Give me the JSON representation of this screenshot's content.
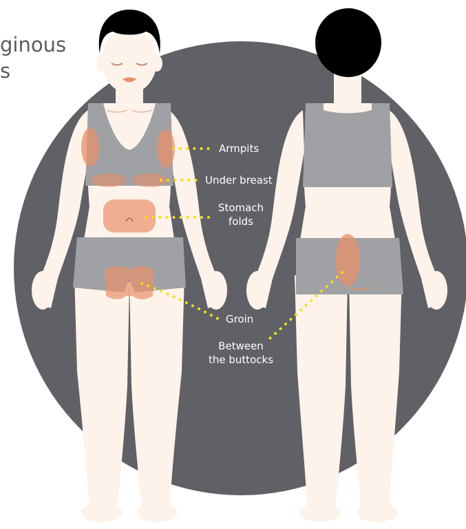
{
  "heading": {
    "line1": "ginous",
    "line2": "s"
  },
  "labels": {
    "armpits": "Armpits",
    "under_breast": "Under breast",
    "stomach_line1": "Stomach",
    "stomach_line2": "folds",
    "groin": "Groin",
    "buttocks_line1": "Between",
    "buttocks_line2": "the buttocks"
  },
  "colors": {
    "background_circle": "#5f6166",
    "skin": "#fdf3ea",
    "clothing": "#a0a1a4",
    "hair": "#000000",
    "affected_area": "#e8906a",
    "leader_dots": "#f2de1b",
    "label_text": "#ffffff",
    "heading_text": "#595c62"
  }
}
